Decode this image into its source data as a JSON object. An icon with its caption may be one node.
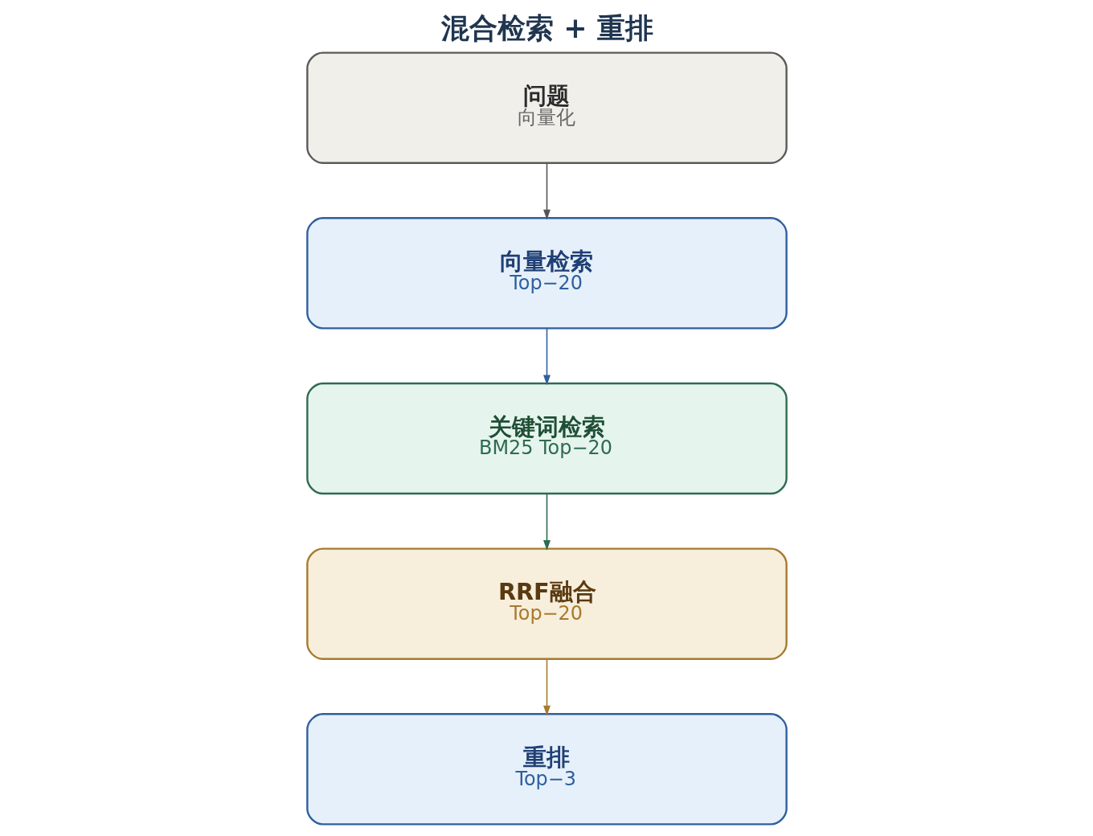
{
  "diagram": {
    "title": "混合检索 + 重排",
    "nodes": [
      {
        "text": [
          "问题",
          "向量化"
        ]
      },
      {
        "text": [
          "向量检索",
          "Top−20"
        ]
      },
      {
        "text": [
          "关键词检索",
          "BM25 Top−20"
        ]
      },
      {
        "text": [
          "RRF融合",
          "Top−20"
        ]
      },
      {
        "text": [
          "重排",
          "Top−3"
        ]
      }
    ],
    "edges": [
      {
        "from": 0,
        "to": 1,
        "arrow": "to",
        "color": "#555555"
      },
      {
        "from": 1,
        "to": 2,
        "arrow": "to",
        "color": "#2f5f9e"
      },
      {
        "from": 2,
        "to": 3,
        "arrow": "to",
        "color": "#2f6b4f"
      },
      {
        "from": 3,
        "to": 4,
        "arrow": "to",
        "color": "#a87a2e"
      }
    ]
  }
}
